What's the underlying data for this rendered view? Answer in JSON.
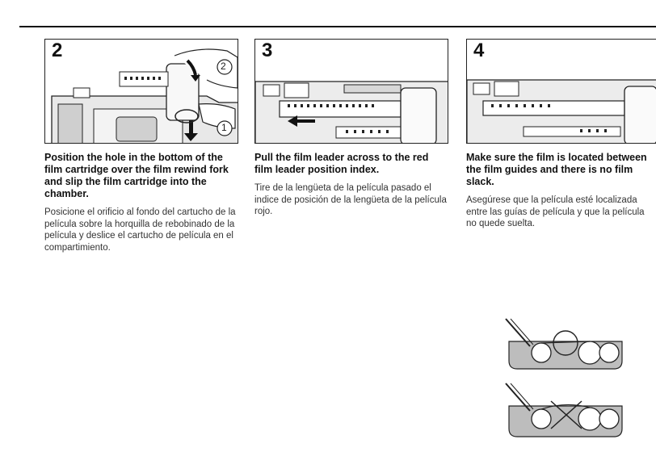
{
  "steps": [
    {
      "number": "2",
      "title_en": "Position the hole in the bottom of the film cartridge over the film rewind fork and slip the film cartridge into the chamber.",
      "body_es": "Posicione el orificio al fondo del cartucho de la película sobre la horquilla de rebobinado de la película y deslice el cartucho de película en el compartimiento.",
      "callouts": [
        "2",
        "1"
      ]
    },
    {
      "number": "3",
      "title_en": "Pull the film leader across to the red film leader position index.",
      "body_es": "Tire de la lengüeta de la película pasado el indice de posición de la lengüeta de la película rojo."
    },
    {
      "number": "4",
      "title_en": "Make sure the film is located between the film guides and there is no film slack.",
      "body_es": "Asegúrese que la película esté localizada entre las guías de película y que la película no quede suelta."
    }
  ]
}
